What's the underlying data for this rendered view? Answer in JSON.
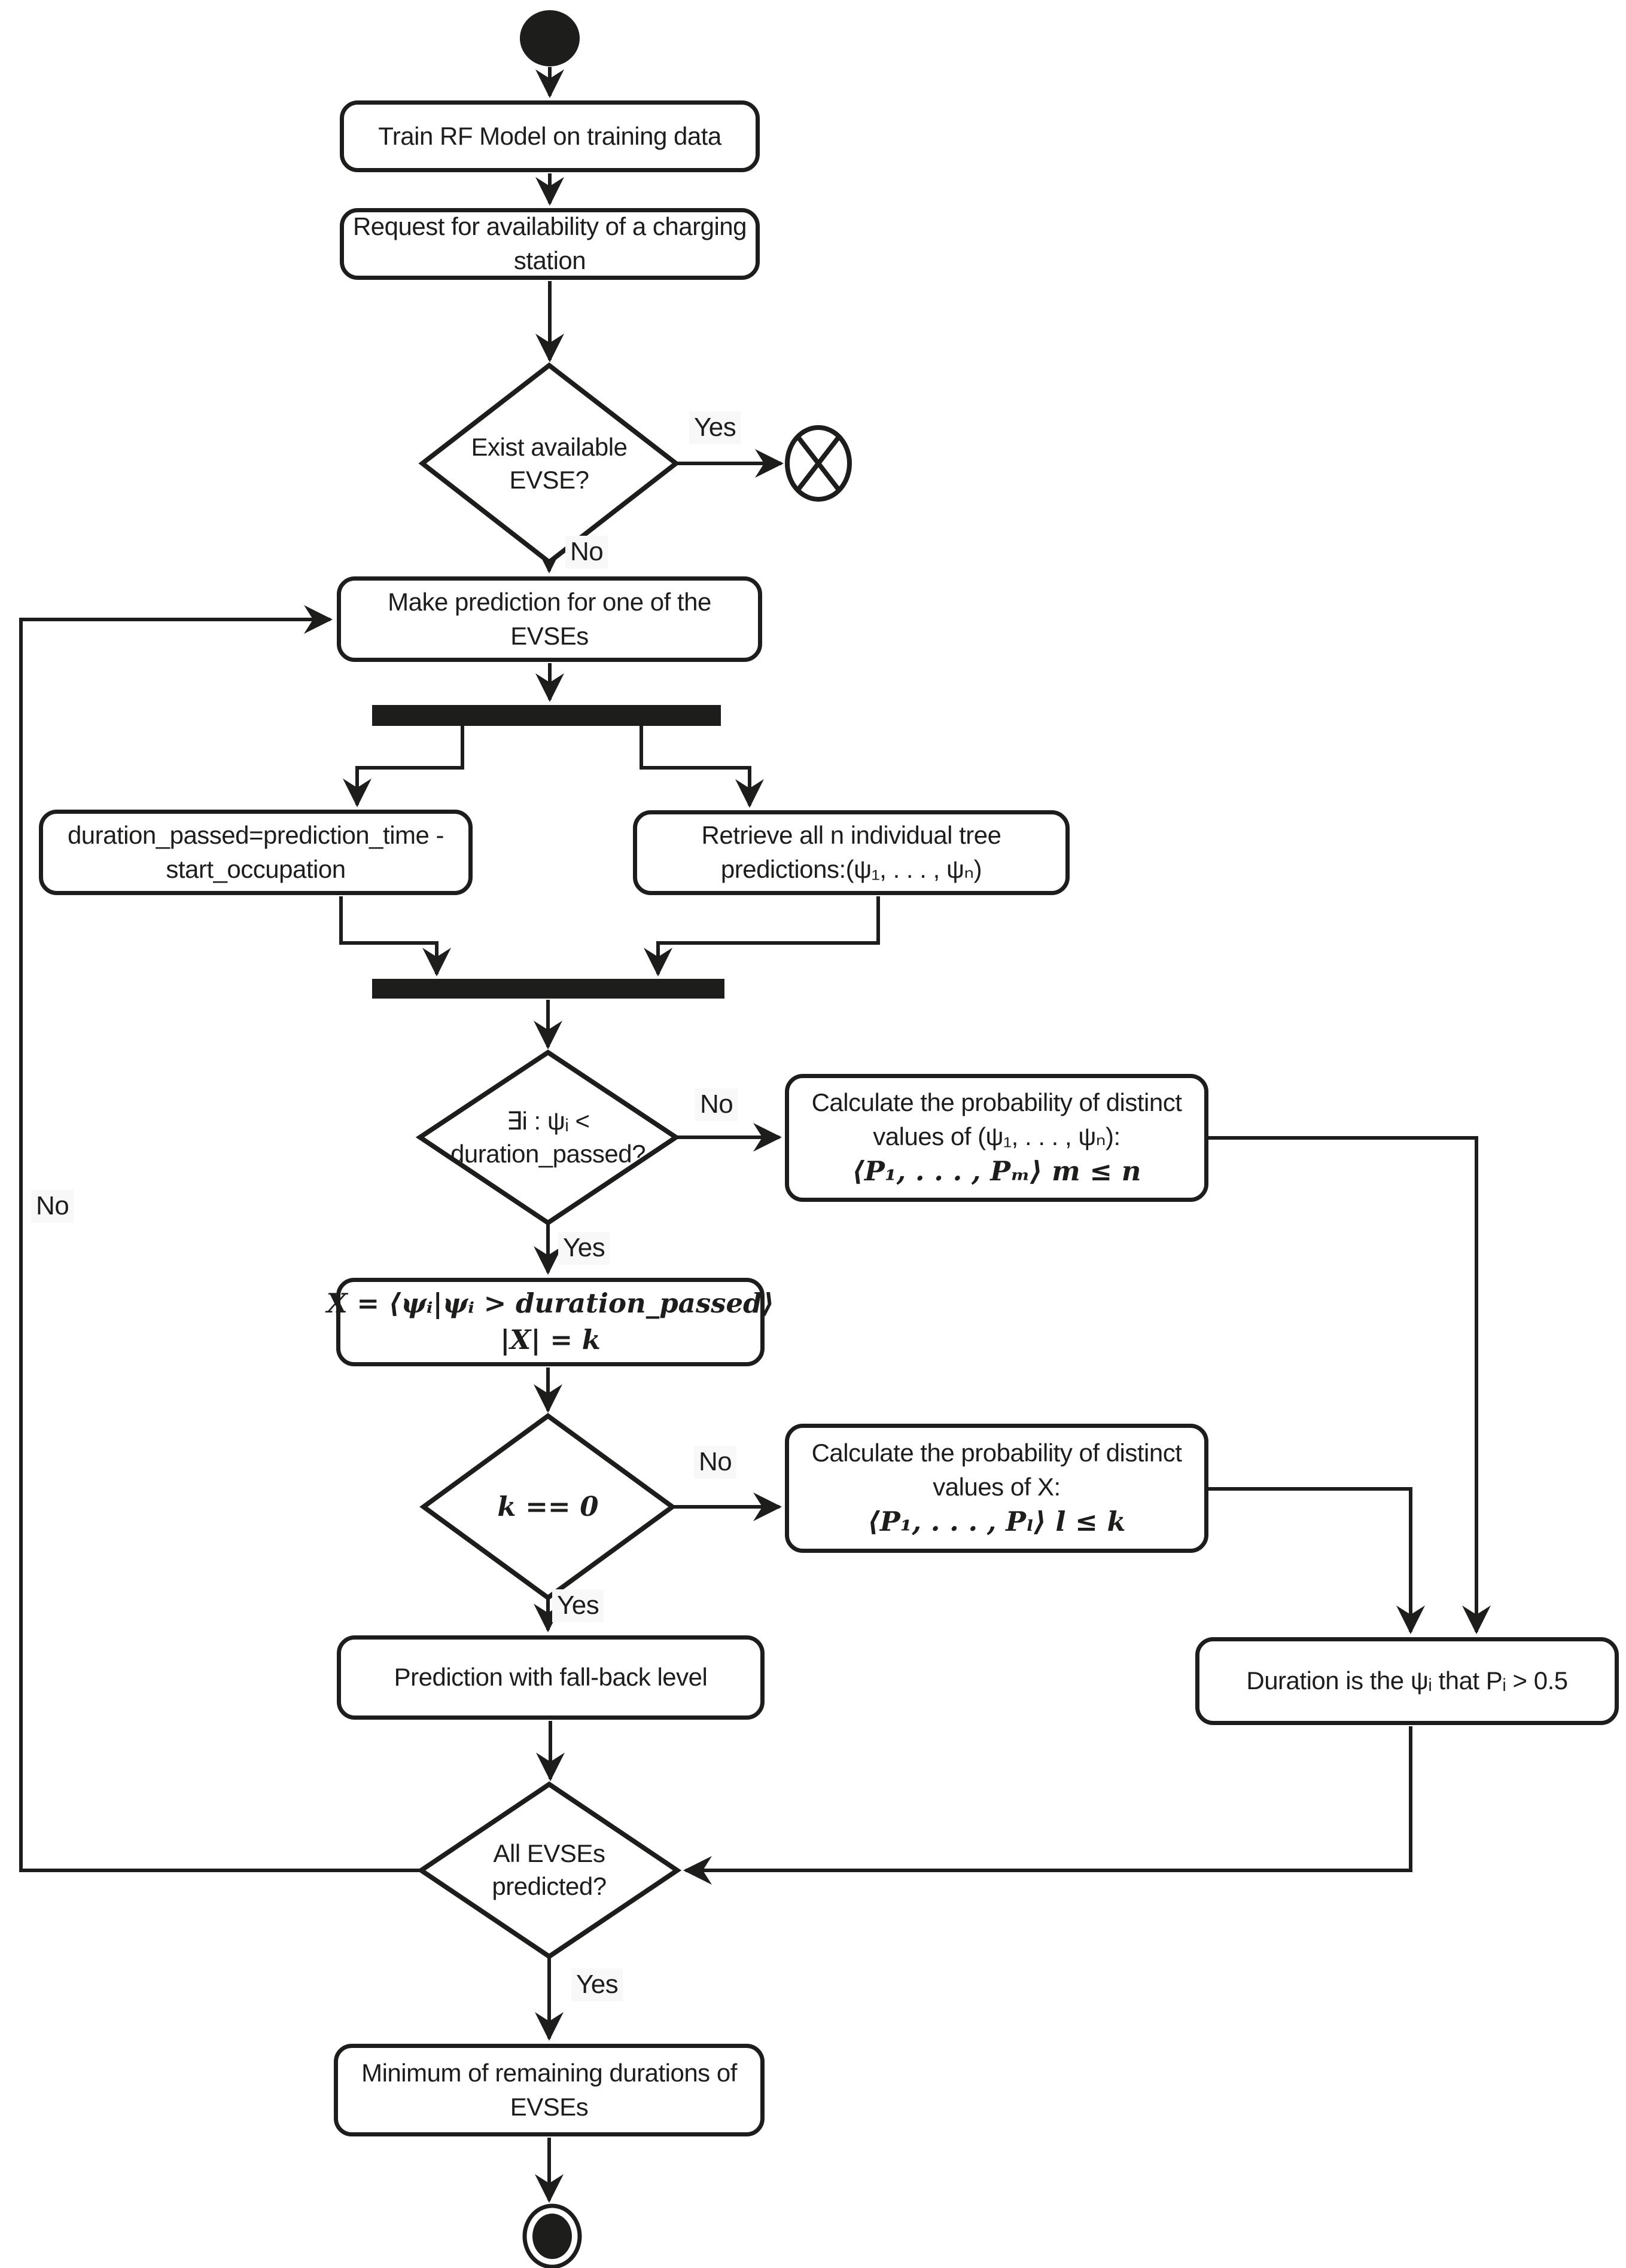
{
  "diagram": {
    "type": "activity-flowchart",
    "colors": {
      "stroke": "#1d1d1b",
      "fill": "#ffffff",
      "label_bg": "#f8f8f8"
    },
    "nodes": {
      "train": {
        "lines": [
          "Train RF Model on training data"
        ]
      },
      "request": {
        "lines": [
          "Request for availability of a charging",
          "station"
        ]
      },
      "exist_evse": {
        "lines": [
          "Exist available",
          "EVSE?"
        ]
      },
      "make_prediction": {
        "lines": [
          "Make prediction for one of the",
          "EVSEs"
        ]
      },
      "duration_passed": {
        "lines": [
          "duration_passed=prediction_time -",
          "start_occupation"
        ]
      },
      "retrieve_trees": {
        "lines": [
          "Retrieve all n individual tree",
          "predictions:(ψ₁, . . . , ψₙ)"
        ]
      },
      "exists_psi": {
        "lines": [
          "∃i : ψᵢ <",
          "duration_passed?"
        ]
      },
      "calc_prob_n": {
        "lines": [
          "Calculate the probability of distinct",
          "values of (ψ₁, . . . , ψₙ):",
          "⟨P₁, . . . , Pₘ⟩ m ≤ n"
        ]
      },
      "x_definition": {
        "lines": [
          "X = ⟨ψᵢ|ψᵢ > duration_passed⟩",
          "|X| = k"
        ]
      },
      "k_zero": {
        "lines": [
          "k == 0"
        ]
      },
      "calc_prob_k": {
        "lines": [
          "Calculate the probability of distinct",
          "values of X:",
          "⟨P₁, . . . , Pₗ⟩ l ≤ k"
        ]
      },
      "fallback": {
        "lines": [
          "Prediction with fall-back level"
        ]
      },
      "duration_is": {
        "lines": [
          "Duration is the ψᵢ that Pᵢ > 0.5"
        ]
      },
      "all_predicted": {
        "lines": [
          "All EVSEs",
          "predicted?"
        ]
      },
      "minimum": {
        "lines": [
          "Minimum of remaining durations of",
          "EVSEs"
        ]
      }
    },
    "edge_labels": {
      "exist_yes": "Yes",
      "exist_no": "No",
      "exists_psi_no": "No",
      "exists_psi_yes": "Yes",
      "k_zero_no": "No",
      "k_zero_yes": "Yes",
      "all_predicted_yes": "Yes",
      "all_predicted_no": "No"
    }
  }
}
